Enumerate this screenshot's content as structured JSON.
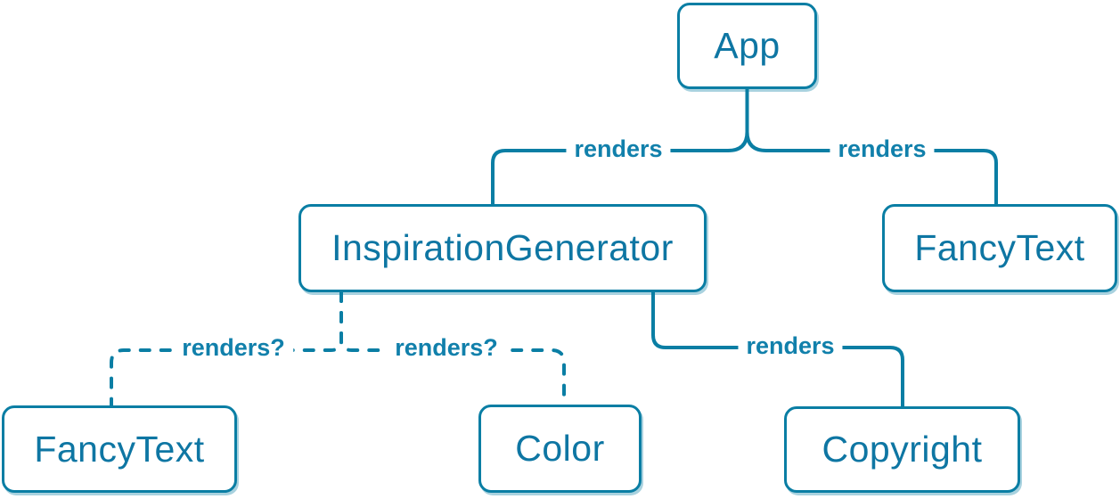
{
  "diagram": {
    "kind": "react-component-render-tree",
    "colors": {
      "accent_stroke": "#0a7ea4",
      "node_text": "#0e76a3",
      "edge_label_text": "#1180ab",
      "node_background": "#ffffff",
      "page_background": "#ffffff"
    },
    "nodes": [
      {
        "id": "app",
        "label": "App"
      },
      {
        "id": "inspiration-generator",
        "label": "InspirationGenerator"
      },
      {
        "id": "fancy-text-top",
        "label": "FancyText"
      },
      {
        "id": "fancy-text-bottom",
        "label": "FancyText"
      },
      {
        "id": "color",
        "label": "Color"
      },
      {
        "id": "copyright",
        "label": "Copyright"
      }
    ],
    "edges": [
      {
        "from": "App",
        "to": "InspirationGenerator",
        "label": "renders",
        "style": "solid"
      },
      {
        "from": "App",
        "to": "FancyText",
        "label": "renders",
        "style": "solid"
      },
      {
        "from": "InspirationGenerator",
        "to": "FancyText",
        "label": "renders?",
        "style": "dashed"
      },
      {
        "from": "InspirationGenerator",
        "to": "Color",
        "label": "renders?",
        "style": "dashed"
      },
      {
        "from": "InspirationGenerator",
        "to": "Copyright",
        "label": "renders",
        "style": "solid"
      }
    ]
  }
}
